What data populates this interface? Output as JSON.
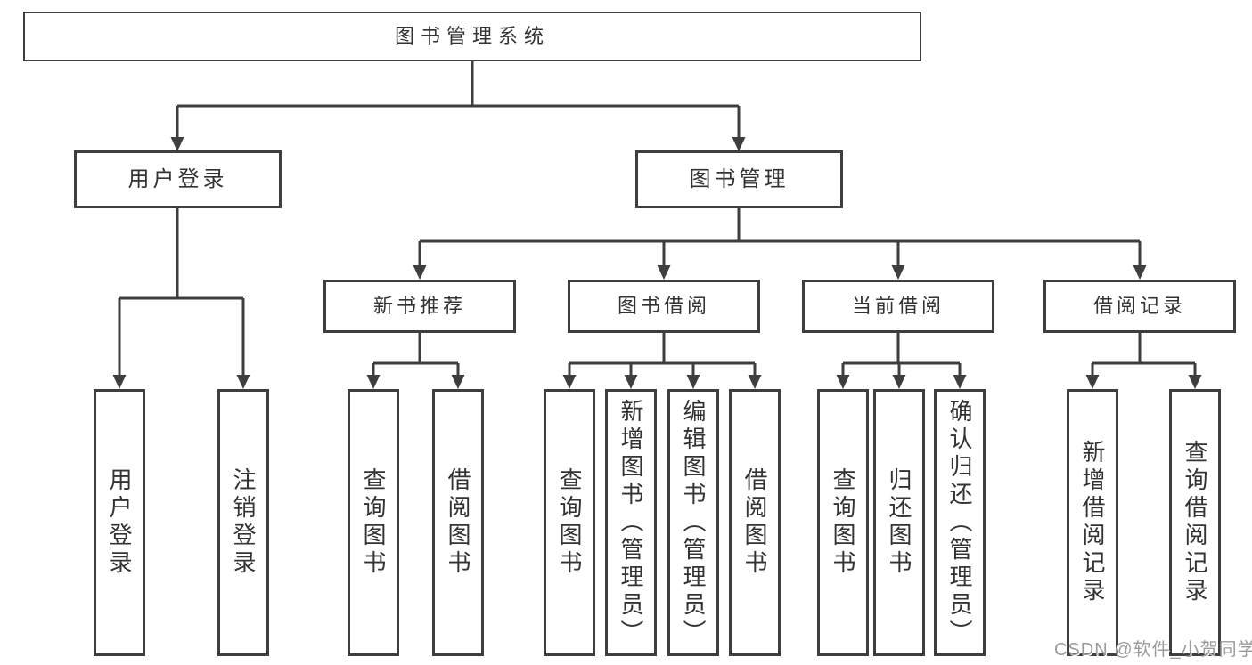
{
  "diagram_type": "hierarchy-tree",
  "tree": {
    "root": {
      "label": "图书管理系统",
      "children": [
        {
          "label": "用户登录",
          "children": [
            {
              "label": "用户登录"
            },
            {
              "label": "注销登录"
            }
          ]
        },
        {
          "label": "图书管理",
          "children": [
            {
              "label": "新书推荐",
              "children": [
                {
                  "label": "查询图书"
                },
                {
                  "label": "借阅图书"
                }
              ]
            },
            {
              "label": "图书借阅",
              "children": [
                {
                  "label": "查询图书"
                },
                {
                  "label": "新增图书（管理员）"
                },
                {
                  "label": "编辑图书（管理员）"
                },
                {
                  "label": "借阅图书"
                }
              ]
            },
            {
              "label": "当前借阅",
              "children": [
                {
                  "label": "查询图书"
                },
                {
                  "label": "归还图书"
                },
                {
                  "label": "确认归还（管理员）"
                }
              ]
            },
            {
              "label": "借阅记录",
              "children": [
                {
                  "label": "新增借阅记录"
                },
                {
                  "label": "查询借阅记录"
                }
              ]
            }
          ]
        }
      ]
    }
  },
  "watermark": {
    "text": "CSDN @软件_小贺同学"
  },
  "colors": {
    "line": "#3e3e3e",
    "box_border": "#3e3e3e",
    "text": "#333333",
    "watermark": "#9b9b9b",
    "background": "#ffffff"
  }
}
